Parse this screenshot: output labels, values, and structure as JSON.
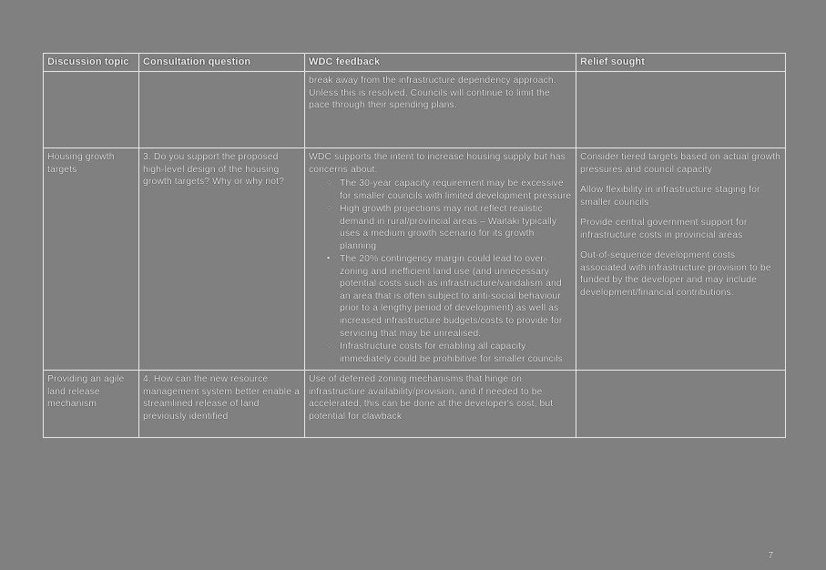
{
  "document": {
    "page_number": "7",
    "table": {
      "headers": [
        "Discussion topic",
        "Consultation question",
        "WDC feedback",
        "Relief sought"
      ],
      "rows": [
        {
          "discussion_topic": "",
          "consultation_question": "",
          "wdc_feedback_paragraphs": [
            "break away from the infrastructure dependency approach. Unless this is resolved, Councils will continue to limit the pace through their spending plans."
          ],
          "wdc_feedback_bullets": [],
          "relief_sought_paragraphs": []
        },
        {
          "discussion_topic": "Housing growth targets",
          "consultation_question": "3. Do you support the proposed high-level design of the housing growth targets? Why or why not?",
          "wdc_feedback_paragraphs": [
            "WDC supports the intent to increase housing supply but has concerns about:"
          ],
          "wdc_feedback_bullets": [
            "The 30-year capacity requirement may be excessive for smaller councils with limited development pressure",
            "High growth projections may not reflect realistic demand in rural/provincial areas – Waitaki typically uses a medium growth scenario for its growth planning",
            "The 20% contingency margin could lead to over-zoning and inefficient land use (and unnecessary potential costs such as infrastructure/vandalism and an area that is often subject to anti-social behaviour prior to a lengthy period of development) as well as increased infrastructure budgets/costs to provide for servicing that may be unrealised.",
            "Infrastructure costs for enabling all capacity immediately could be prohibitive for smaller councils"
          ],
          "relief_sought_paragraphs": [
            "Consider tiered targets based on actual growth pressures and council capacity",
            "Allow flexibility in infrastructure staging for smaller councils",
            "Provide central government support for infrastructure costs in provincial areas",
            "Out-of-sequence development costs associated with infrastructure provision to be funded by the developer and may include development/financial contributions."
          ]
        },
        {
          "discussion_topic": "Providing an agile land release mechanism",
          "consultation_question": "4. How can the new resource management system better enable a streamlined release of land previously identified",
          "wdc_feedback_paragraphs": [
            "Use of deferred zoning mechanisms that hinge on infrastructure availability/provision, and if needed to be accelerated, this can be done at the developer's cost, but potential for clawback"
          ],
          "wdc_feedback_bullets": [],
          "relief_sought_paragraphs": []
        }
      ]
    },
    "bullet_glyph": "○",
    "bullet_glyph_filled": "▪",
    "colors": {
      "page_background": "#808080",
      "text": "#e6e6e6",
      "border": "#e8e8e8"
    }
  }
}
